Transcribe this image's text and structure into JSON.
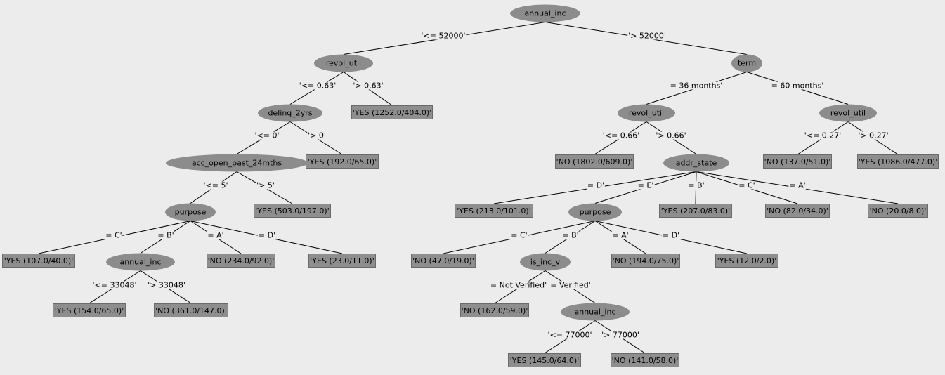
{
  "colors": {
    "background": "#ececec",
    "node_fill": "#8c8c8c",
    "leaf_border": "#6a6a6a",
    "edge": "#000000"
  },
  "tree": {
    "nodes": [
      {
        "id": "n1",
        "type": "split",
        "label": "annual_inc"
      },
      {
        "id": "n2",
        "type": "split",
        "label": "revol_util"
      },
      {
        "id": "n3",
        "type": "split",
        "label": "delinq_2yrs"
      },
      {
        "id": "n4",
        "type": "leaf",
        "label": "'YES (1252.0/404.0)'"
      },
      {
        "id": "n5",
        "type": "split",
        "label": "acc_open_past_24mths"
      },
      {
        "id": "n6",
        "type": "leaf",
        "label": "'YES (192.0/65.0)'"
      },
      {
        "id": "n7",
        "type": "split",
        "label": "purpose"
      },
      {
        "id": "n8",
        "type": "leaf",
        "label": "'YES (503.0/197.0)'"
      },
      {
        "id": "n9",
        "type": "leaf",
        "label": "'YES (107.0/40.0)'"
      },
      {
        "id": "n10",
        "type": "split",
        "label": "annual_inc"
      },
      {
        "id": "n11",
        "type": "leaf",
        "label": "'NO (234.0/92.0)'"
      },
      {
        "id": "n12",
        "type": "leaf",
        "label": "'YES (23.0/11.0)'"
      },
      {
        "id": "n13",
        "type": "leaf",
        "label": "'YES (154.0/65.0)'"
      },
      {
        "id": "n14",
        "type": "leaf",
        "label": "'NO (361.0/147.0)'"
      },
      {
        "id": "n15",
        "type": "split",
        "label": "term"
      },
      {
        "id": "n16",
        "type": "split",
        "label": "revol_util"
      },
      {
        "id": "n17",
        "type": "split",
        "label": "revol_util"
      },
      {
        "id": "n18",
        "type": "leaf",
        "label": "'NO (1802.0/609.0)'"
      },
      {
        "id": "n19",
        "type": "split",
        "label": "addr_state"
      },
      {
        "id": "n20",
        "type": "leaf",
        "label": "'NO (137.0/51.0)'"
      },
      {
        "id": "n21",
        "type": "leaf",
        "label": "'YES (1086.0/477.0)'"
      },
      {
        "id": "n22",
        "type": "leaf",
        "label": "'YES (213.0/101.0)'"
      },
      {
        "id": "n23",
        "type": "split",
        "label": "purpose"
      },
      {
        "id": "n24",
        "type": "leaf",
        "label": "'YES (207.0/83.0)'"
      },
      {
        "id": "n25",
        "type": "leaf",
        "label": "'NO (82.0/34.0)'"
      },
      {
        "id": "n26",
        "type": "leaf",
        "label": "'NO (20.0/8.0)'"
      },
      {
        "id": "n27",
        "type": "leaf",
        "label": "'NO (47.0/19.0)'"
      },
      {
        "id": "n28",
        "type": "split",
        "label": "is_inc_v"
      },
      {
        "id": "n29",
        "type": "leaf",
        "label": "'NO (194.0/75.0)'"
      },
      {
        "id": "n30",
        "type": "leaf",
        "label": "'YES (12.0/2.0)'"
      },
      {
        "id": "n31",
        "type": "leaf",
        "label": "'NO (162.0/59.0)'"
      },
      {
        "id": "n32",
        "type": "split",
        "label": "annual_inc"
      },
      {
        "id": "n33",
        "type": "leaf",
        "label": "'YES (145.0/64.0)'"
      },
      {
        "id": "n34",
        "type": "leaf",
        "label": "'NO (141.0/58.0)'"
      }
    ],
    "edges": [
      {
        "from": "n1",
        "to": "n2",
        "label": "'<= 52000'"
      },
      {
        "from": "n1",
        "to": "n15",
        "label": "'> 52000'"
      },
      {
        "from": "n2",
        "to": "n3",
        "label": "'<= 0.63'"
      },
      {
        "from": "n2",
        "to": "n4",
        "label": "'> 0.63'"
      },
      {
        "from": "n3",
        "to": "n5",
        "label": "'<= 0'"
      },
      {
        "from": "n3",
        "to": "n6",
        "label": "'> 0'"
      },
      {
        "from": "n5",
        "to": "n7",
        "label": "'<= 5'"
      },
      {
        "from": "n5",
        "to": "n8",
        "label": "'> 5'"
      },
      {
        "from": "n7",
        "to": "n9",
        "label": "= C'"
      },
      {
        "from": "n7",
        "to": "n10",
        "label": "= B'"
      },
      {
        "from": "n7",
        "to": "n11",
        "label": "= A'"
      },
      {
        "from": "n7",
        "to": "n12",
        "label": "= D'"
      },
      {
        "from": "n10",
        "to": "n13",
        "label": "'<= 33048'"
      },
      {
        "from": "n10",
        "to": "n14",
        "label": "'> 33048'"
      },
      {
        "from": "n15",
        "to": "n16",
        "label": "=  36 months'"
      },
      {
        "from": "n15",
        "to": "n17",
        "label": "=  60 months'"
      },
      {
        "from": "n16",
        "to": "n18",
        "label": "'<= 0.66'"
      },
      {
        "from": "n16",
        "to": "n19",
        "label": "'> 0.66'"
      },
      {
        "from": "n17",
        "to": "n20",
        "label": "'<= 0.27'"
      },
      {
        "from": "n17",
        "to": "n21",
        "label": "'> 0.27'"
      },
      {
        "from": "n19",
        "to": "n22",
        "label": "= D'"
      },
      {
        "from": "n19",
        "to": "n23",
        "label": "= E'"
      },
      {
        "from": "n19",
        "to": "n24",
        "label": "= B'"
      },
      {
        "from": "n19",
        "to": "n25",
        "label": "= C'"
      },
      {
        "from": "n19",
        "to": "n26",
        "label": "= A'"
      },
      {
        "from": "n23",
        "to": "n27",
        "label": "= C'"
      },
      {
        "from": "n23",
        "to": "n28",
        "label": "= B'"
      },
      {
        "from": "n23",
        "to": "n29",
        "label": "= A'"
      },
      {
        "from": "n23",
        "to": "n30",
        "label": "= D'"
      },
      {
        "from": "n28",
        "to": "n31",
        "label": "= Not Verified'"
      },
      {
        "from": "n28",
        "to": "n32",
        "label": "= Verified'"
      },
      {
        "from": "n32",
        "to": "n33",
        "label": "'<= 77000'"
      },
      {
        "from": "n32",
        "to": "n34",
        "label": "'> 77000'"
      }
    ]
  }
}
